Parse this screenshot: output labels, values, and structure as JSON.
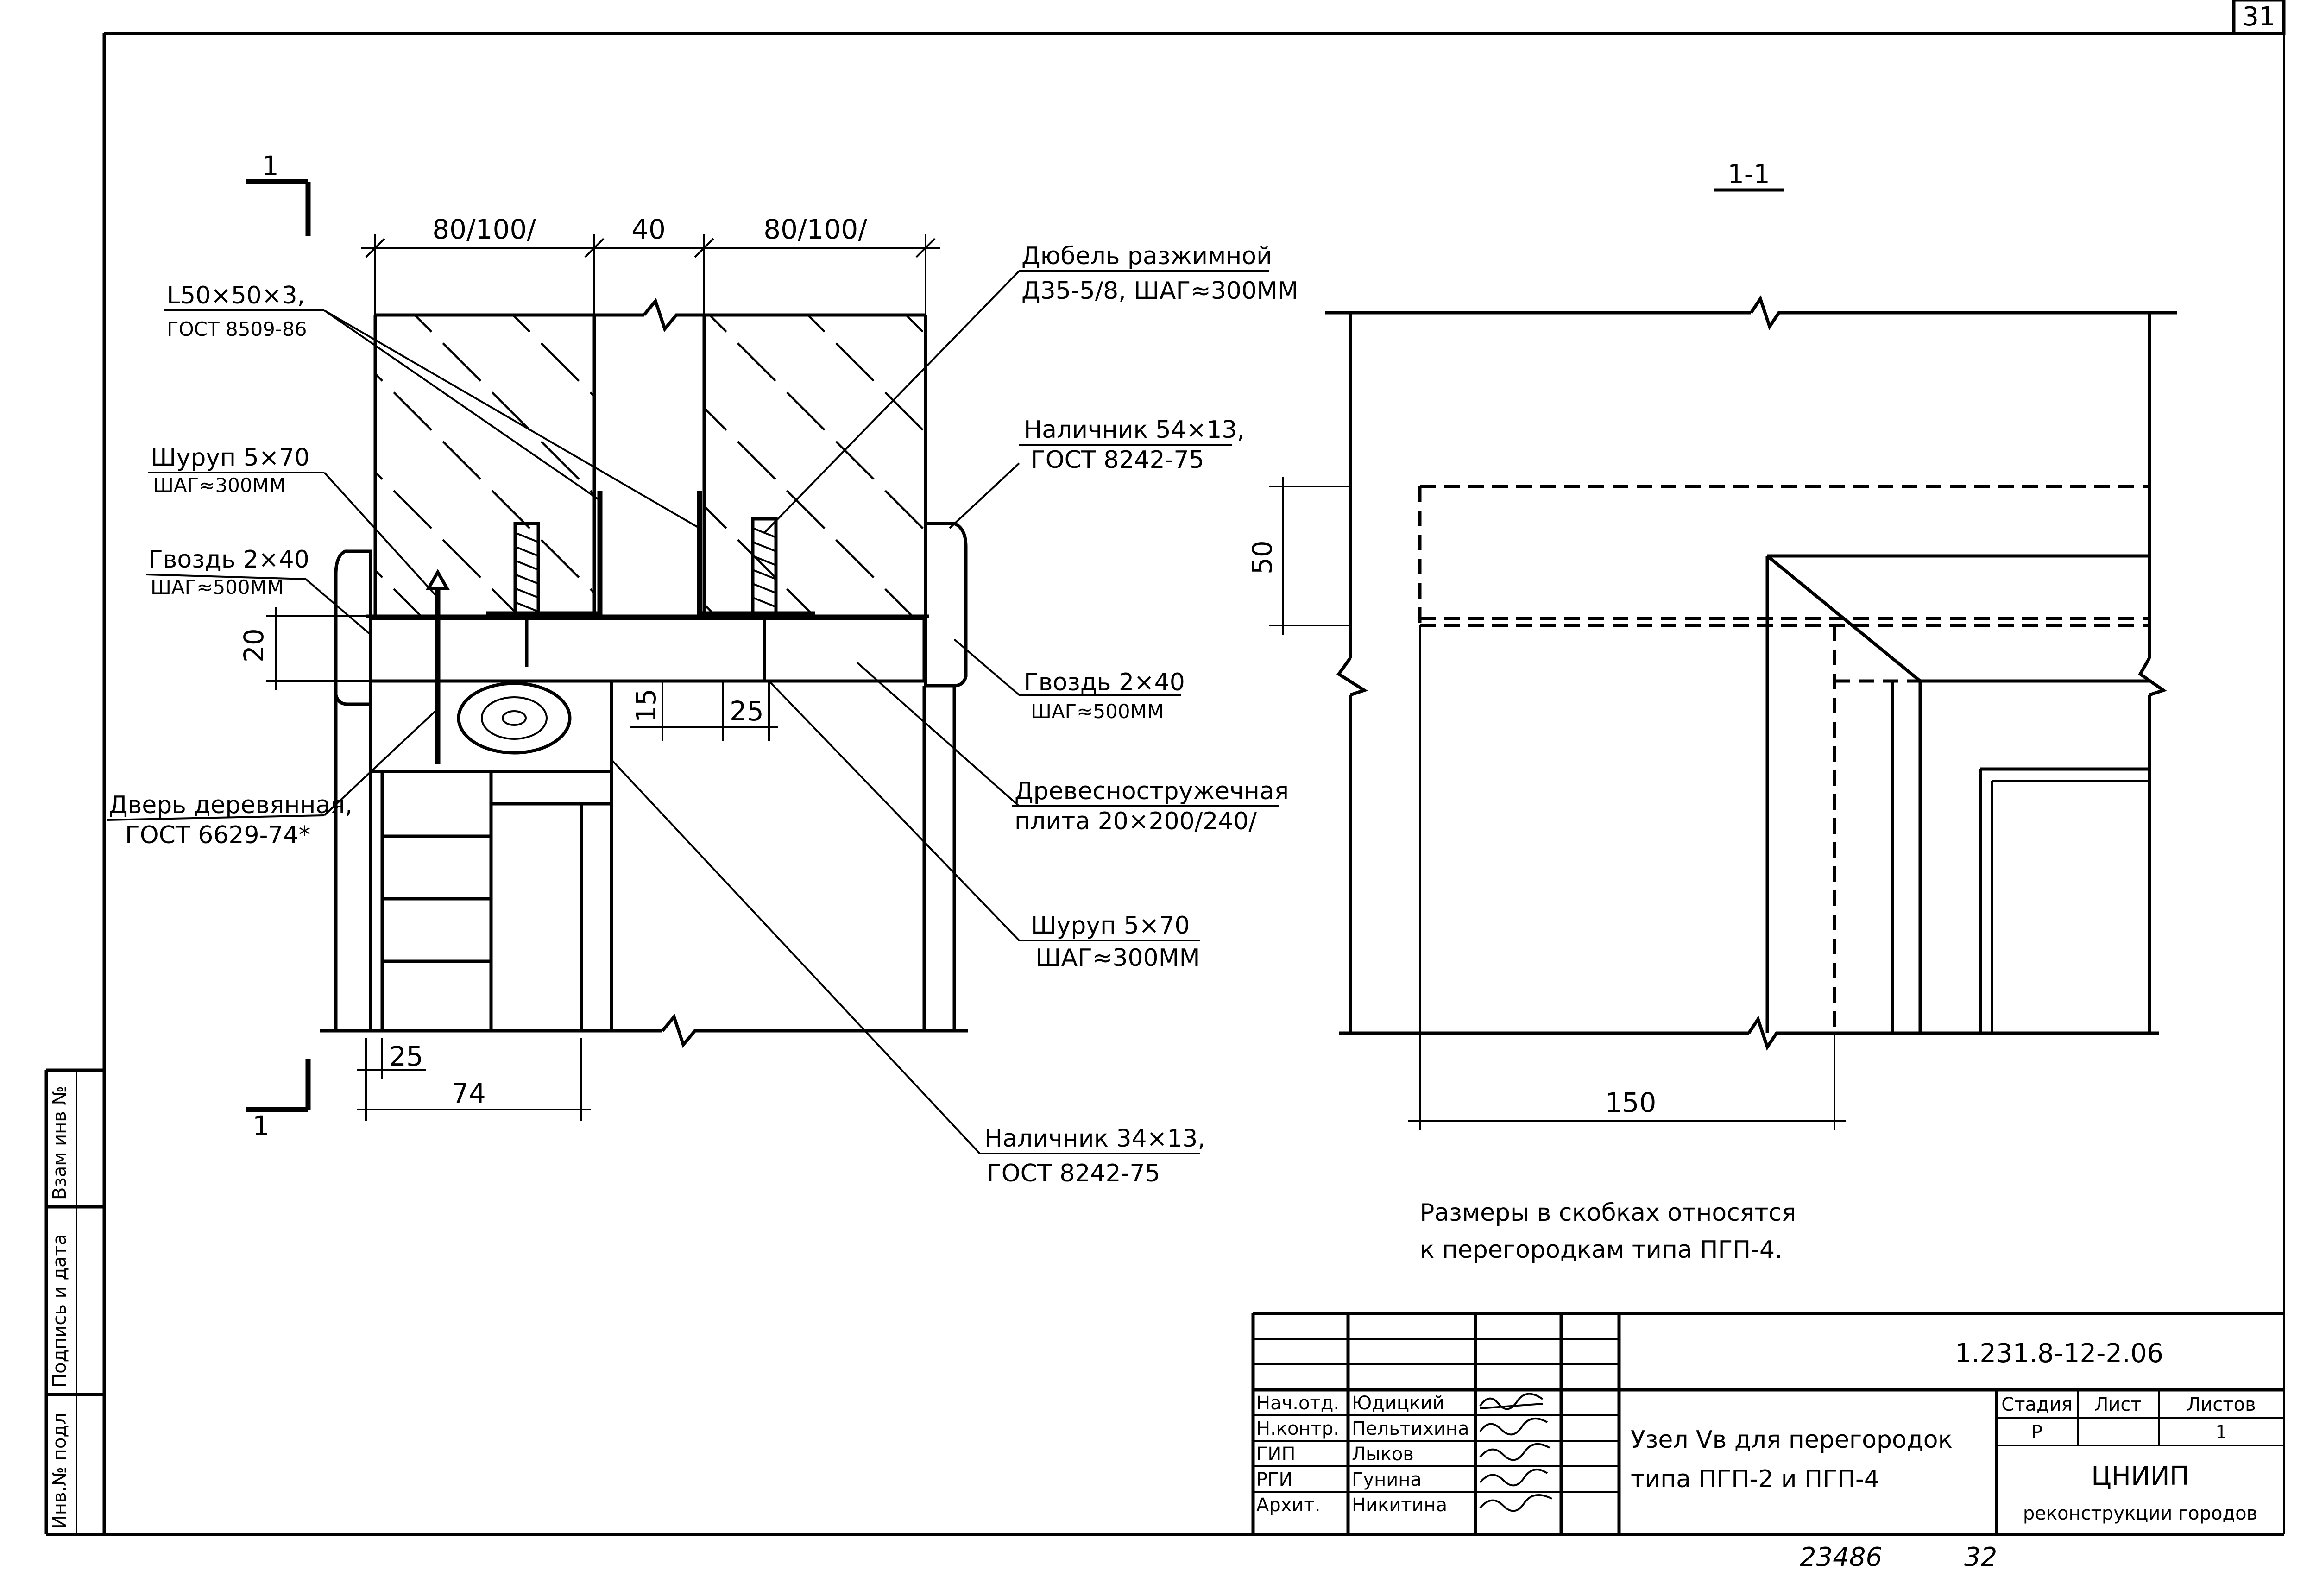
{
  "sheet_number": "31",
  "section_mark": "1",
  "section_title": "1-1",
  "dims_top": [
    "80/100/",
    "40",
    "80/100/"
  ],
  "dims_left": {
    "d20": "20",
    "d15": "15",
    "d25a": "25",
    "d25b": "25",
    "d74": "74"
  },
  "dims_section": {
    "d50": "50",
    "d150": "150"
  },
  "callouts": {
    "angle": "L50×50×3,",
    "angle_std": "ГОСТ 8509-86",
    "screw1": "Шуруп 5×70",
    "screw1_step": "ШАГ≈300ММ",
    "nail1": "Гвоздь 2×40",
    "nail1_step": "ШАГ≈500ММ",
    "door": "Дверь деревянная,",
    "door_std": "ГОСТ 6629-74*",
    "dowel": "Дюбель разжимной",
    "dowel_spec": "Д35-5/8, ШАГ≈300ММ",
    "trim1": "Наличник 54×13,",
    "trim1_std": "ГОСТ 8242-75",
    "nail2": "Гвоздь 2×40",
    "nail2_step": "ШАГ≈500ММ",
    "board": "Древесностружечная",
    "board_spec": "плита 20×200/240/",
    "screw2": "Шуруп 5×70",
    "screw2_step": "ШАГ≈300ММ",
    "trim2": "Наличник 34×13,",
    "trim2_std": "ГОСТ 8242-75"
  },
  "note_line1": "Размеры в скобках относятся",
  "note_line2": "к перегородкам типа ПГП-4.",
  "side_stamp": {
    "a": "Взам инв №",
    "b": "Подпись и дата",
    "c": "Инв.№ подл"
  },
  "title_block": {
    "code": "1.231.8-12-2.06",
    "title_line1": "Узел Ⅴв для перегородок",
    "title_line2": "типа ПГП-2 и ПГП-4",
    "stage_label": "Стадия",
    "sheet_label": "Лист",
    "sheets_label": "Листов",
    "stage": "Р",
    "sheets": "1",
    "org_line1": "ЦНИИП",
    "org_line2": "реконструкции городов",
    "signers": [
      {
        "role": "Нач.отд.",
        "name": "Юдицкий"
      },
      {
        "role": "Н.контр.",
        "name": "Пельтихина"
      },
      {
        "role": "ГИП",
        "name": "Лыков"
      },
      {
        "role": "РГИ",
        "name": "Гунина"
      },
      {
        "role": "Архит.",
        "name": "Никитина"
      }
    ]
  },
  "footer": {
    "number": "23486",
    "page": "32"
  }
}
